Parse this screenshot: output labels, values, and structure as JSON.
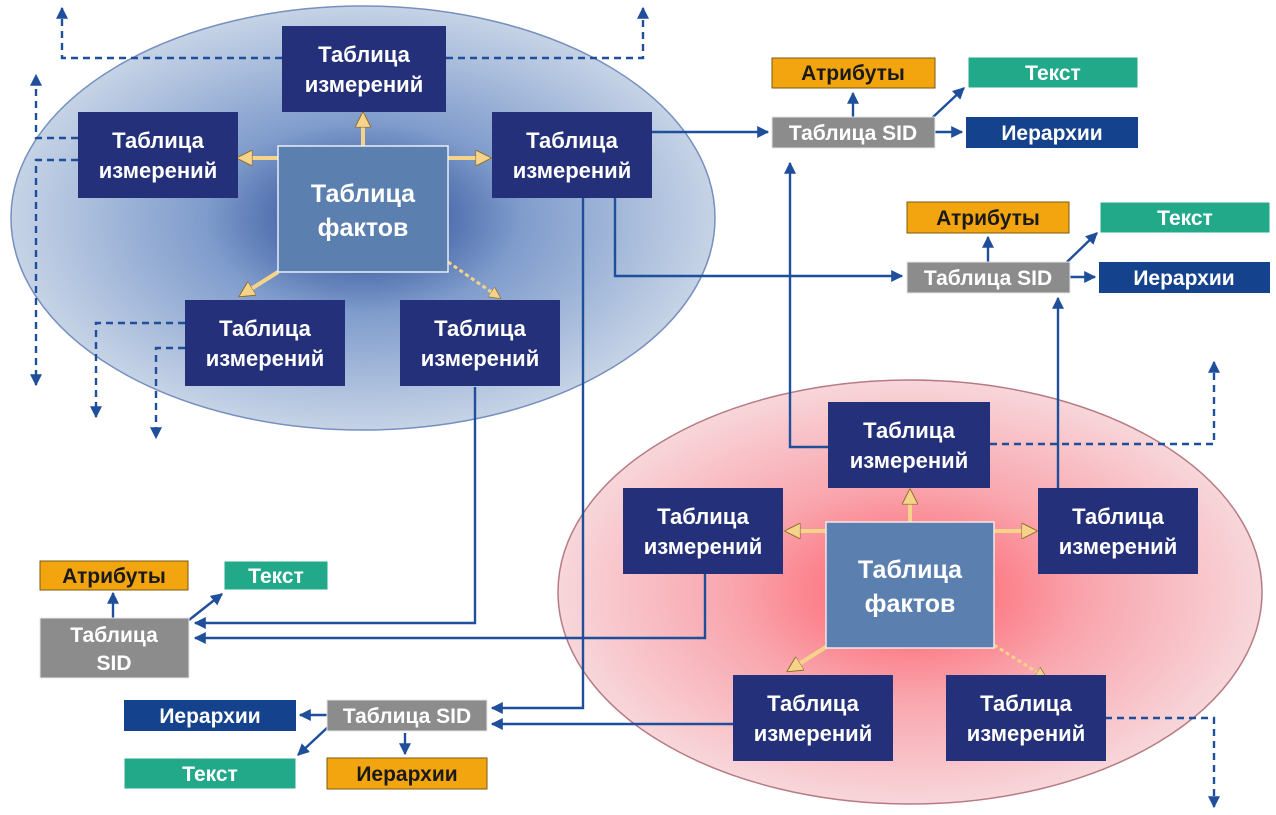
{
  "labels": {
    "dimension_table": "Таблица измерений",
    "dimension_line1": "Таблица",
    "dimension_line2": "измерений",
    "fact_line1": "Таблица",
    "fact_line2": "фактов",
    "sid_table": "Таблица SID",
    "sid_line1": "Таблица",
    "sid_line2": "SID",
    "attributes": "Атрибуты",
    "text": "Текст",
    "hierarchies": "Иерархии"
  },
  "colors": {
    "dimension_box": "#24307a",
    "fact_box": "#5b7fae",
    "sid_box": "#8c8c8c",
    "attributes_box": "#f3a50f",
    "text_box": "#22a98a",
    "hierarchies_box": "#15428c",
    "connector": "#1f4e9b",
    "blue_cluster_center": "#1e3f8c",
    "blue_cluster_edge": "#c6d3e6",
    "red_cluster_center": "#ff5a66",
    "red_cluster_edge": "#f7d6da",
    "star_arrow": "#f5d48a"
  }
}
